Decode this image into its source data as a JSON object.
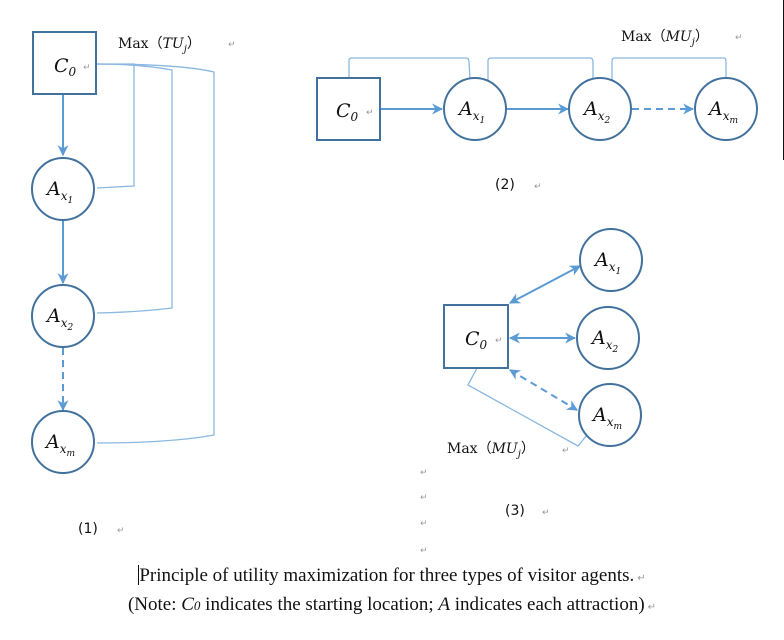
{
  "colors": {
    "node_stroke": "#41719c",
    "arrow": "#5b9bd5",
    "connector": "#8ab8e0"
  },
  "panels": [
    {
      "id": "1",
      "label": "(1)",
      "max_label": {
        "prefix": "Max（",
        "var": "TU",
        "sub": "j",
        "suffix": "）"
      },
      "start": {
        "base": "C",
        "sub": "0"
      },
      "nodes": [
        {
          "base": "A",
          "sub": "x",
          "subsub": "1"
        },
        {
          "base": "A",
          "sub": "x",
          "subsub": "2"
        },
        {
          "base": "A",
          "sub": "x",
          "subsub": "m"
        }
      ]
    },
    {
      "id": "2",
      "label": "(2)",
      "max_label": {
        "prefix": "Max（",
        "var": "MU",
        "sub": "j",
        "suffix": "）"
      },
      "start": {
        "base": "C",
        "sub": "0"
      },
      "nodes": [
        {
          "base": "A",
          "sub": "x",
          "subsub": "1"
        },
        {
          "base": "A",
          "sub": "x",
          "subsub": "2"
        },
        {
          "base": "A",
          "sub": "x",
          "subsub": "m"
        }
      ]
    },
    {
      "id": "3",
      "label": "(3)",
      "max_label": {
        "prefix": "Max（",
        "var": "MU",
        "sub": "j",
        "suffix": "）"
      },
      "start": {
        "base": "C",
        "sub": "0"
      },
      "nodes": [
        {
          "base": "A",
          "sub": "x",
          "subsub": "1"
        },
        {
          "base": "A",
          "sub": "x",
          "subsub": "2"
        },
        {
          "base": "A",
          "sub": "x",
          "subsub": "m"
        }
      ]
    }
  ],
  "paragraph_mark": "↵",
  "caption": {
    "line1": "Principle of utility maximization for three types of visitor agents.",
    "line2_prefix": "(Note: ",
    "line2_c": "C",
    "line2_c_sub": "0",
    "line2_mid": " indicates the starting location; ",
    "line2_a": "A",
    "line2_suffix": " indicates each attraction)"
  }
}
